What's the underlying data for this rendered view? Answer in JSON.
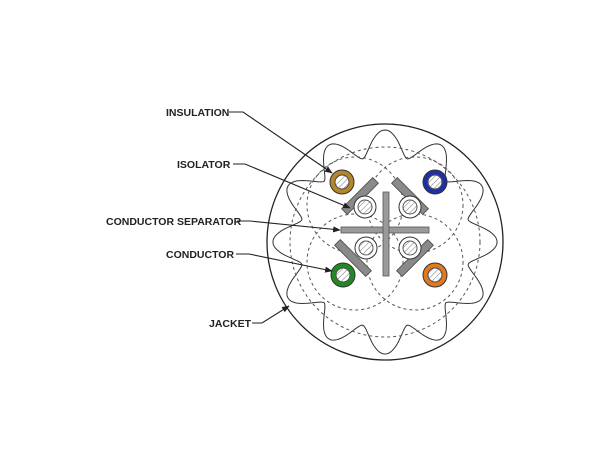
{
  "labels": {
    "insulation": "INSULATION",
    "isolator": "ISOLATOR",
    "conductor_separator": "CONDUCTOR SEPARATOR",
    "conductor": "CONDUCTOR",
    "jacket": "JACKET"
  },
  "colors": {
    "background": "#ffffff",
    "line": "#222222",
    "isolator_gray": "#8a8a8a",
    "separator_gray": "#9a9a9a",
    "pair_top_left": "#b8862a",
    "pair_top_right": "#1f2fa8",
    "pair_bottom_left": "#1f8a24",
    "pair_bottom_right": "#e07a20"
  },
  "pairs": [
    {
      "position": "top-left",
      "color_key": "pair_top_left"
    },
    {
      "position": "top-right",
      "color_key": "pair_top_right"
    },
    {
      "position": "bottom-left",
      "color_key": "pair_bottom_left"
    },
    {
      "position": "bottom-right",
      "color_key": "pair_bottom_right"
    }
  ]
}
